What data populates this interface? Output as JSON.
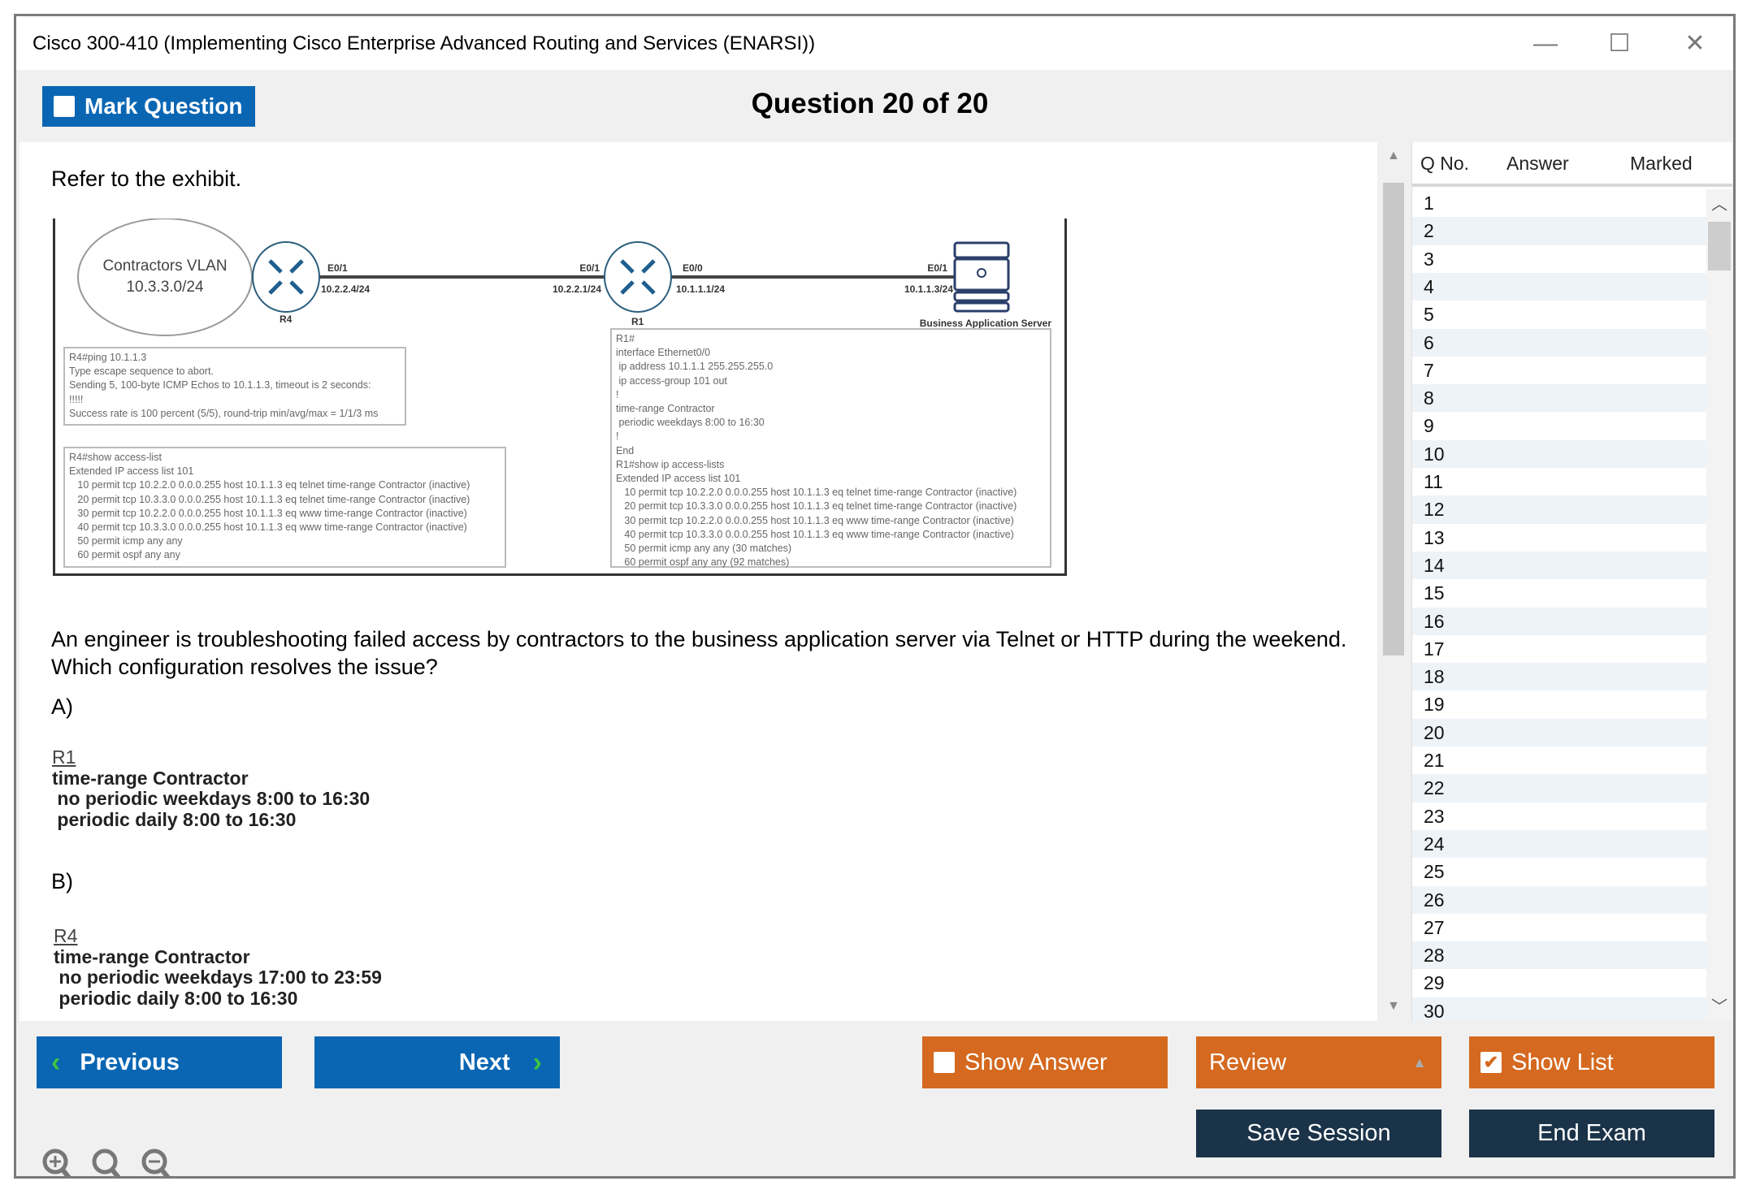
{
  "window": {
    "title": "Cisco 300-410 (Implementing Cisco Enterprise Advanced Routing and Services (ENARSI))",
    "minimize": "—",
    "maximize": "☐",
    "close": "✕"
  },
  "header": {
    "mark_label": "Mark Question",
    "question_title": "Question 20 of 20"
  },
  "question": {
    "intro": "Refer to the exhibit.",
    "text": "An engineer is troubleshooting failed access by contractors to the business application server via Telnet or HTTP during the weekend. Which configuration resolves the issue?",
    "options": [
      {
        "letter": "A)",
        "device": "R1",
        "lines": [
          "time-range Contractor",
          " no periodic weekdays 8:00 to 16:30",
          " periodic daily 8:00 to 16:30"
        ]
      },
      {
        "letter": "B)",
        "device": "R4",
        "lines": [
          "time-range Contractor",
          " no periodic weekdays 17:00 to 23:59",
          " periodic daily 8:00 to 16:30"
        ]
      }
    ]
  },
  "exhibit": {
    "vlan_name": "Contractors VLAN",
    "vlan_subnet": "10.3.3.0/24",
    "r4": {
      "name": "R4",
      "if": "E0/1",
      "ip": "10.2.2.4/24"
    },
    "r1": {
      "name": "R1",
      "if_left": "E0/1",
      "ip_left": "10.2.2.1/24",
      "if_right": "E0/0",
      "ip_right": "10.1.1.1/24"
    },
    "server": {
      "name": "Business Application Server",
      "if": "E0/1",
      "ip": "10.1.1.3/24"
    },
    "r4_ping": [
      "R4#ping 10.1.1.3",
      "Type escape sequence to abort.",
      "Sending 5, 100-byte ICMP Echos to 10.1.1.3, timeout is 2 seconds:",
      "!!!!!",
      "Success rate is 100 percent (5/5), round-trip min/avg/max = 1/1/3 ms"
    ],
    "r4_acl": [
      "R4#show access-list",
      "Extended IP access list 101",
      "   10 permit tcp 10.2.2.0 0.0.0.255 host 10.1.1.3 eq telnet time-range Contractor (inactive)",
      "   20 permit tcp 10.3.3.0 0.0.0.255 host 10.1.1.3 eq telnet time-range Contractor (inactive)",
      "   30 permit tcp 10.2.2.0 0.0.0.255 host 10.1.1.3 eq www time-range Contractor (inactive)",
      "   40 permit tcp 10.3.3.0 0.0.0.255 host 10.1.1.3 eq www time-range Contractor (inactive)",
      "   50 permit icmp any any",
      "   60 permit ospf any any"
    ],
    "r1_config": [
      "R1#",
      "interface Ethernet0/0",
      " ip address 10.1.1.1 255.255.255.0",
      " ip access-group 101 out",
      "!",
      "time-range Contractor",
      " periodic weekdays 8:00 to 16:30",
      "!",
      "End",
      "R1#show ip access-lists",
      "Extended IP access list 101",
      "   10 permit tcp 10.2.2.0 0.0.0.255 host 10.1.1.3 eq telnet time-range Contractor (inactive)",
      "   20 permit tcp 10.3.3.0 0.0.0.255 host 10.1.1.3 eq telnet time-range Contractor (inactive)",
      "   30 permit tcp 10.2.2.0 0.0.0.255 host 10.1.1.3 eq www time-range Contractor (inactive)",
      "   40 permit tcp 10.3.3.0 0.0.0.255 host 10.1.1.3 eq www time-range Contractor (inactive)",
      "   50 permit icmp any any (30 matches)",
      "   60 permit ospf any any (92 matches)"
    ]
  },
  "list": {
    "headers": [
      "Q No.",
      "Answer",
      "Marked"
    ],
    "rows": [
      "1",
      "2",
      "3",
      "4",
      "5",
      "6",
      "7",
      "8",
      "9",
      "10",
      "11",
      "12",
      "13",
      "14",
      "15",
      "16",
      "17",
      "18",
      "19",
      "20",
      "21",
      "22",
      "23",
      "24",
      "25",
      "26",
      "27",
      "28",
      "29",
      "30"
    ]
  },
  "buttons": {
    "previous": "Previous",
    "next": "Next",
    "show_answer": "Show Answer",
    "review": "Review",
    "show_list": "Show List",
    "save_session": "Save Session",
    "end_exam": "End Exam"
  },
  "state": {
    "show_answer_checked": false,
    "show_list_checked": true,
    "mark_checked": false
  },
  "colors": {
    "primary_blue": "#0a66b3",
    "orange": "#d4691f",
    "navy": "#1b3349",
    "arrow_green": "#3ec43e"
  },
  "icons": [
    "zoom-in-icon",
    "zoom-reset-icon",
    "zoom-out-icon",
    "router-icon",
    "server-icon"
  ]
}
